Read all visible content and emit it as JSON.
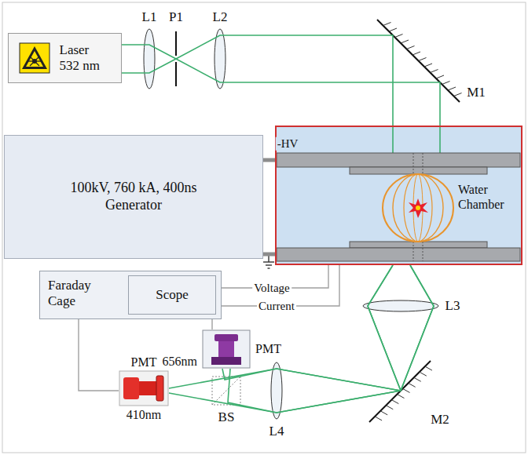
{
  "diagram": {
    "nodes": [
      {
        "text": [
          "Laser 532 nm"
        ]
      },
      {
        "text": [
          "100kV, 760 kA, 400ns Generator"
        ]
      },
      {
        "text": [
          "Water Chamber"
        ]
      },
      {
        "text": [
          "Faraday Cage"
        ]
      },
      {
        "text": [
          "Scope"
        ],
        "in": 3
      },
      {
        "text": [
          "656nm",
          "PMT"
        ]
      },
      {
        "text": [
          "PMT",
          "410nm"
        ]
      }
    ],
    "edges": [
      {
        "from": 0,
        "to": 2,
        "arrow": "none"
      },
      {
        "from": 1,
        "to": 2,
        "label": "-HV",
        "arrow": "none"
      },
      {
        "from": 1,
        "to": 2,
        "arrow": "none"
      },
      {
        "from": 2,
        "to": 4,
        "label": "Voltage",
        "arrow": "none"
      },
      {
        "from": 2,
        "to": 4,
        "label": "Current",
        "arrow": "none"
      },
      {
        "from": 3,
        "to": 5,
        "arrow": "none"
      },
      {
        "from": 3,
        "to": 6,
        "arrow": "none"
      },
      {
        "from": 2,
        "to": 6,
        "arrow": "none"
      },
      {
        "from": 2,
        "to": 5,
        "arrow": "none"
      }
    ],
    "labels": [
      "L1",
      "P1",
      "L2",
      "M1",
      "L3",
      "M2",
      "L4",
      "BS"
    ]
  }
}
